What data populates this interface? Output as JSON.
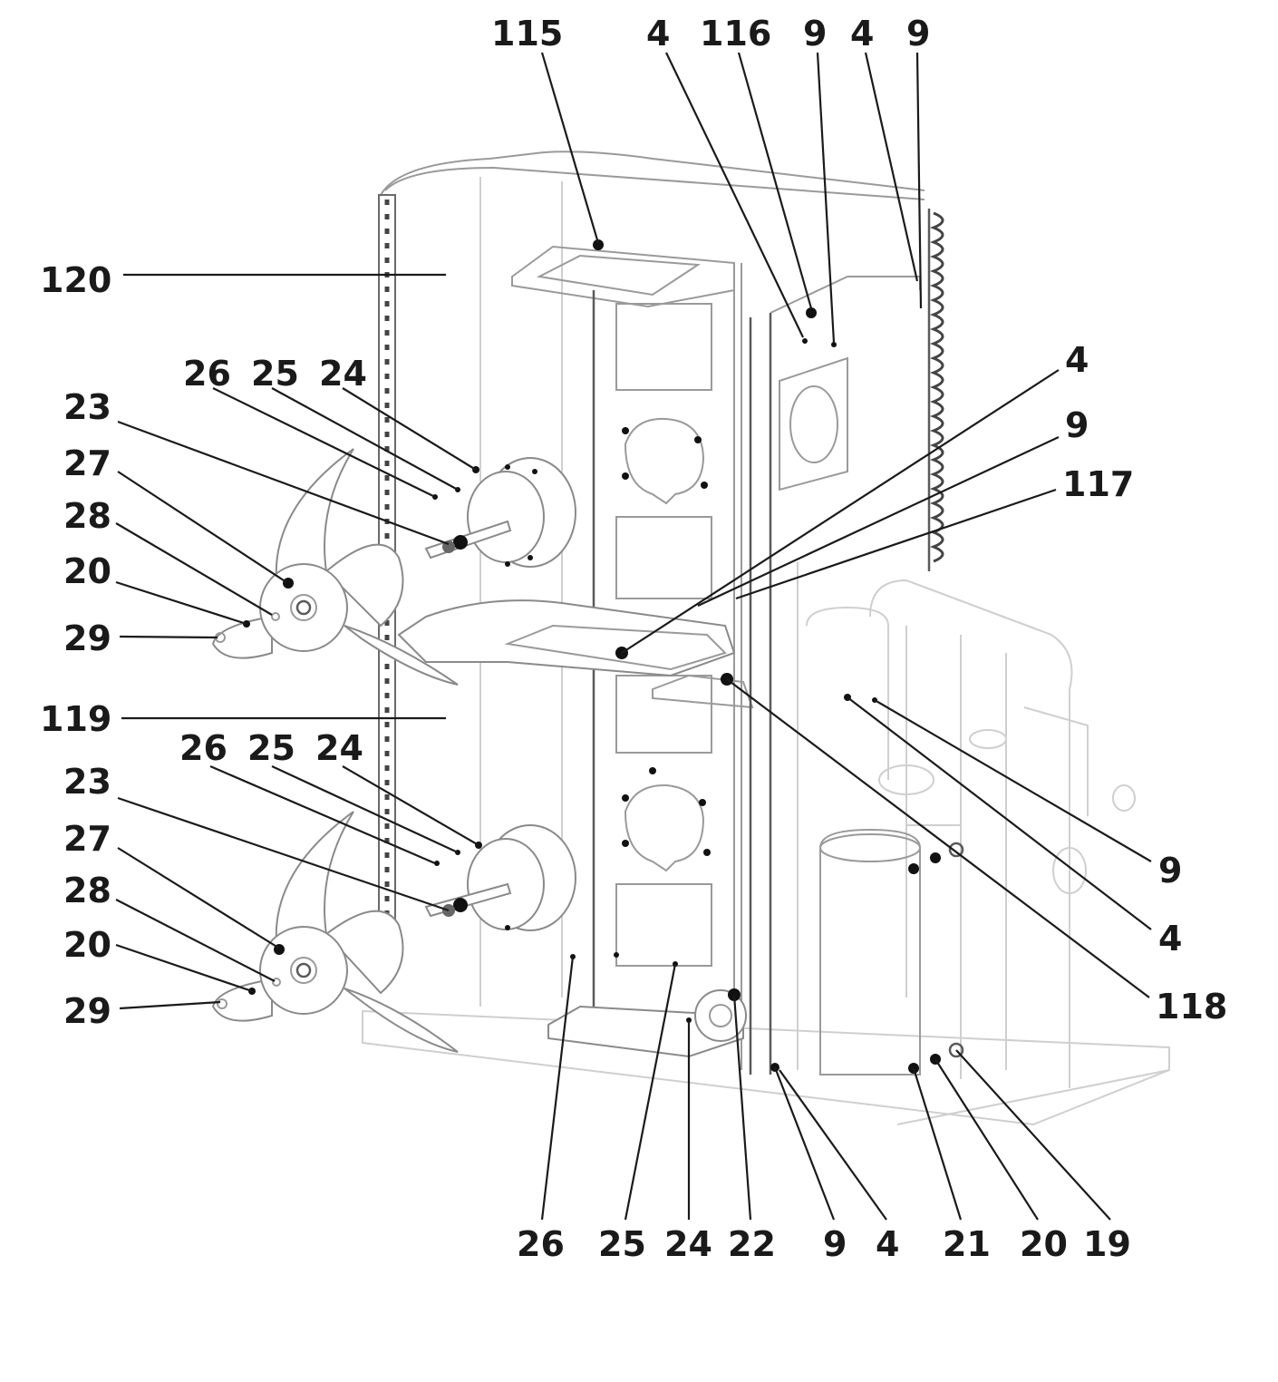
{
  "labels": {
    "l115": "115",
    "l4a": "4",
    "l116": "116",
    "l9a": "9",
    "l4b": "4",
    "l9b": "9",
    "l120": "120",
    "l26a": "26",
    "l25a": "25",
    "l24a": "24",
    "l23a": "23",
    "l27a": "27",
    "l28a": "28",
    "l20a": "20",
    "l29a": "29",
    "l4c": "4",
    "l9c": "9",
    "l117": "117",
    "l119": "119",
    "l26b": "26",
    "l25b": "25",
    "l24b": "24",
    "l23b": "23",
    "l27b": "27",
    "l28b": "28",
    "l20b": "20",
    "l29b": "29",
    "l9d": "9",
    "l4d": "4",
    "l118": "118",
    "l26c": "26",
    "l25c": "25",
    "l24c": "24",
    "l22": "22",
    "l9e": "9",
    "l4e": "4",
    "l21": "21",
    "l20c": "20",
    "l19": "19"
  }
}
